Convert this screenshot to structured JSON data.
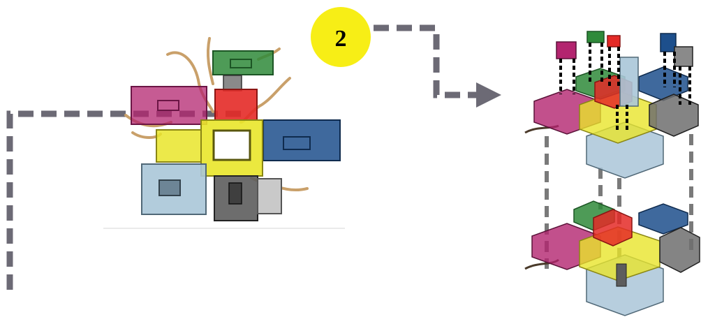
{
  "step_badge": {
    "label": "2",
    "color": "#f7ee16"
  },
  "colors": {
    "magenta": "#b3246f",
    "green": "#2f8a3a",
    "red": "#e42a27",
    "yellow": "#e9e52a",
    "blue": "#1d4f8c",
    "light_blue": "#aac6d8",
    "gray": "#8a8a8a",
    "dark_gray": "#5d5d5d",
    "dashed_line": "#6c6a75",
    "tan": "#c9a06a"
  },
  "icons": {
    "plan_view": "modular-plan-diagram",
    "exploded_view": "exploded-axonometric-diagram",
    "arrow": "dashed-arrow-right"
  }
}
